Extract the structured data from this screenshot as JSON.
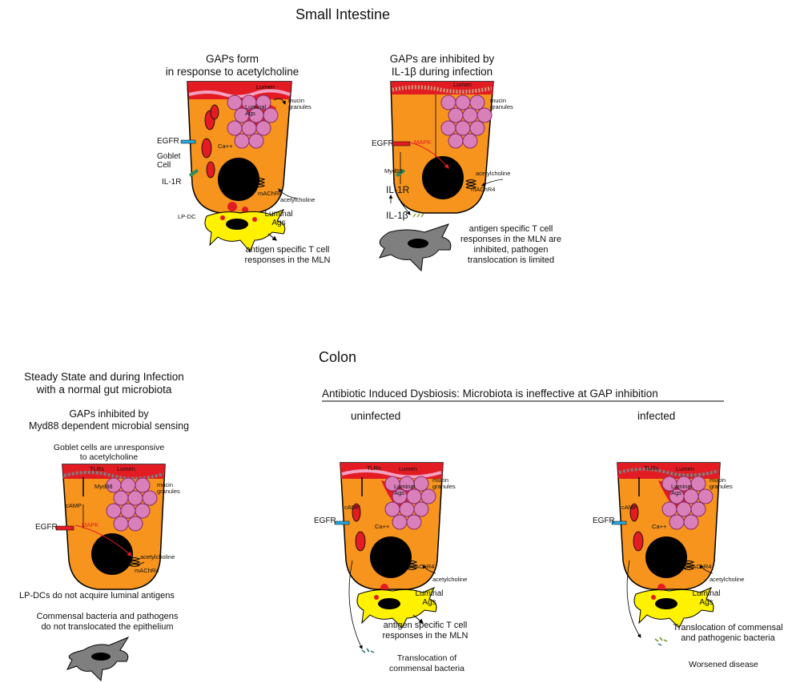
{
  "small_intestine": {
    "title": "Small Intestine",
    "left": {
      "title_line1": "GAPs form",
      "title_line2": "in response to acetylcholine",
      "lumen": "Lumen",
      "luminal_ags_inside": "Luminal Ags",
      "mucin": "mucin granules",
      "egfr": "EGFR",
      "goblet_cell": "Goblet Cell",
      "ca": "Ca++",
      "il1r": "IL-1R",
      "machr4": "mAChR4",
      "acetylcholine": "acetylcholine",
      "lpdc": "LP-DC",
      "luminal_ags": "Luminal Ags",
      "tcell": "antigen specific T cell responses in the MLN"
    },
    "right": {
      "title_line1": "GAPs are inhibited by",
      "title_line2": "IL-1β during infection",
      "lumen": "Lumen",
      "mucin": "mucin granules",
      "egfr": "EGFR",
      "mapk": "MAPK",
      "myd88": "Myd88",
      "acetylcholine": "acetylcholine",
      "machr4": "mAChR4",
      "il1r": "IL-1R",
      "il1b": "IL-1β",
      "tcell": "antigen specific T cell responses in the MLN are inhibited, pathogen translocation is limited"
    }
  },
  "colon": {
    "title": "Colon",
    "steady": {
      "title_line1": "Steady State and during Infection",
      "title_line2": "with a normal gut microbiota",
      "sub_line1": "GAPs inhibited by",
      "sub_line2": "Myd88 dependent microbial sensing",
      "goblet_line1": "Goblet cells are unresponsive",
      "goblet_line2": "to acetylcholine",
      "tlrs": "TLRs",
      "lumen": "Lumen",
      "myd88": "Myd88",
      "mucin": "mucin granules",
      "camp": "cAMP",
      "egfr": "EGFR",
      "mapk": "MAPK",
      "acetylcholine": "acetylcholine",
      "machr4": "mAChR4",
      "lpdc_note": "LP-DCs do not acquire luminal antigens",
      "bacteria_line1": "Commensal bacteria and pathogens",
      "bacteria_line2": "do not translocated the epithelium"
    },
    "dysbiosis_title": "Antibiotic Induced Dysbiosis: Microbiota is ineffective at GAP inhibition",
    "uninfected": {
      "label": "uninfected",
      "tlrs": "TLRs",
      "lumen": "Lumen",
      "luminal_ags_inside": "Luminal Ags",
      "mucin": "mucin granules",
      "camp": "cAMP",
      "egfr": "EGFR",
      "ca": "Ca++",
      "machr4": "mAChR4",
      "acetylcholine": "acetylcholine",
      "luminal_ags": "Luminal Ags",
      "tcell": "antigen specific T cell responses in the MLN",
      "translocation": "Translocation of commensal bacteria"
    },
    "infected": {
      "label": "infected",
      "tlrs": "TLRs",
      "lumen": "Lumen",
      "luminal_ags_inside": "Luminal Ags",
      "mucin": "mucin granules",
      "camp": "cAMP",
      "egfr": "EGFR",
      "ca": "Ca++",
      "machr4": "mAChR4",
      "acetylcholine": "acetylcholine",
      "luminal_ags": "Luminal Ags",
      "translocation": "Translocation of commensal and pathogenic bacteria",
      "worsened": "Worsened disease"
    }
  },
  "colors": {
    "cell": "#f7941d",
    "lumen": "#e31b23",
    "granule": "#d97fb9",
    "nucleus": "#000000",
    "dc_yellow": "#fff200",
    "dc_gray": "#7f7f7f",
    "egfr_blue": "#29a9e0",
    "receptor_green": "#2e8b57",
    "mapk_red": "#e31b23"
  }
}
